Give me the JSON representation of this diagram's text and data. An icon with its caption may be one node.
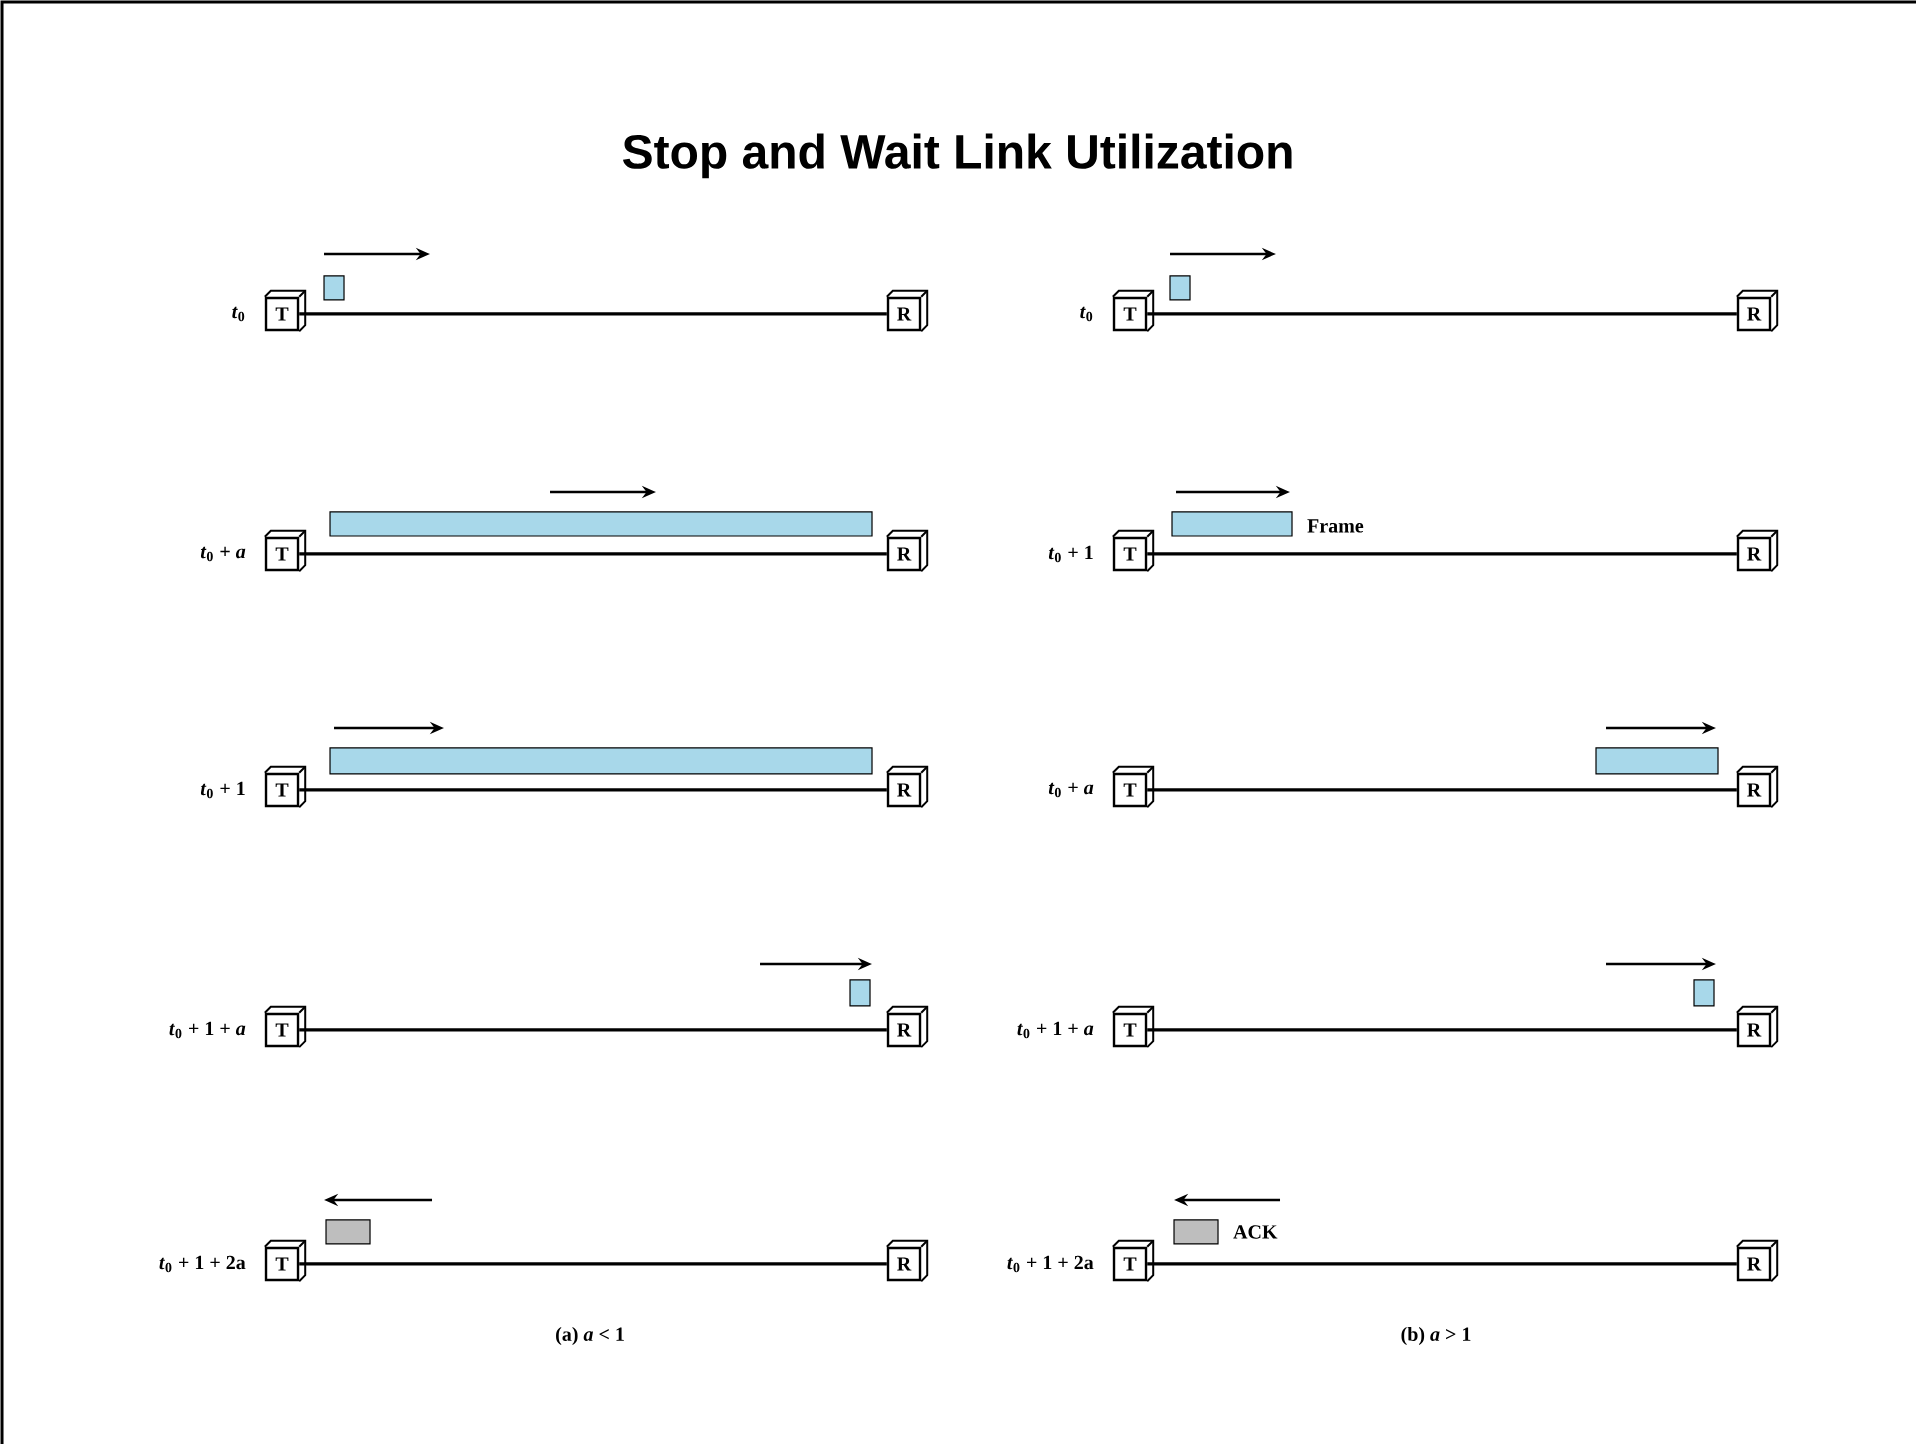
{
  "diagram": {
    "title": "Stop and Wait Link Utilization",
    "nodes": [
      {
        "text": [
          "T"
        ],
        "beside": [
          "*t*$_{0}$"
        ]
      },
      {
        "text": [
          "R"
        ]
      },
      {
        "text": [
          "T"
        ],
        "beside": [
          "*t*$_{0}$"
        ]
      },
      {
        "text": [
          "R"
        ]
      },
      {
        "text": [
          "T"
        ],
        "beside": [
          "*t*$_{0}$ + *a*"
        ]
      },
      {
        "text": [
          "R"
        ]
      },
      {
        "text": [
          "T"
        ],
        "beside": [
          "*t*$_{0}$ + 1"
        ]
      },
      {
        "text": [
          "R"
        ]
      },
      {
        "text": [
          "T"
        ],
        "beside": [
          "*t*$_{0}$ + 1"
        ]
      },
      {
        "text": [
          "R"
        ]
      },
      {
        "text": [
          "T"
        ],
        "beside": [
          "*t*$_{0}$ + *a*"
        ]
      },
      {
        "text": [
          "R"
        ]
      },
      {
        "text": [
          "T"
        ],
        "beside": [
          "*t*$_{0}$ + 1 + *a*"
        ]
      },
      {
        "text": [
          "R"
        ]
      },
      {
        "text": [
          "T"
        ],
        "beside": [
          "*t*$_{0}$ + 1 + *a*"
        ]
      },
      {
        "text": [
          "R"
        ]
      },
      {
        "text": [
          "T"
        ],
        "beside": [
          "*t*$_{0}$ + 1 + 2a"
        ]
      },
      {
        "text": [
          "R"
        ]
      },
      {
        "text": [
          "T"
        ],
        "beside": [
          "*t*$_{0}$ + 1 + 2a"
        ]
      },
      {
        "text": [
          "R"
        ]
      }
    ],
    "edges": [
      {
        "from": 0,
        "to": 1,
        "arrow": "none"
      },
      {
        "from": 2,
        "to": 3,
        "arrow": "none"
      },
      {
        "from": 4,
        "to": 5,
        "arrow": "none"
      },
      {
        "from": 6,
        "to": 7,
        "arrow": "none"
      },
      {
        "from": 8,
        "to": 9,
        "arrow": "none"
      },
      {
        "from": 10,
        "to": 11,
        "arrow": "none"
      },
      {
        "from": 12,
        "to": 13,
        "arrow": "none"
      },
      {
        "from": 14,
        "to": 15,
        "arrow": "none"
      },
      {
        "from": 16,
        "to": 17,
        "arrow": "none"
      },
      {
        "from": 18,
        "to": 19,
        "arrow": "none"
      }
    ],
    "labels": [
      "Frame",
      "ACK",
      "(a) *a* < 1",
      "(b) *a* > 1"
    ]
  }
}
